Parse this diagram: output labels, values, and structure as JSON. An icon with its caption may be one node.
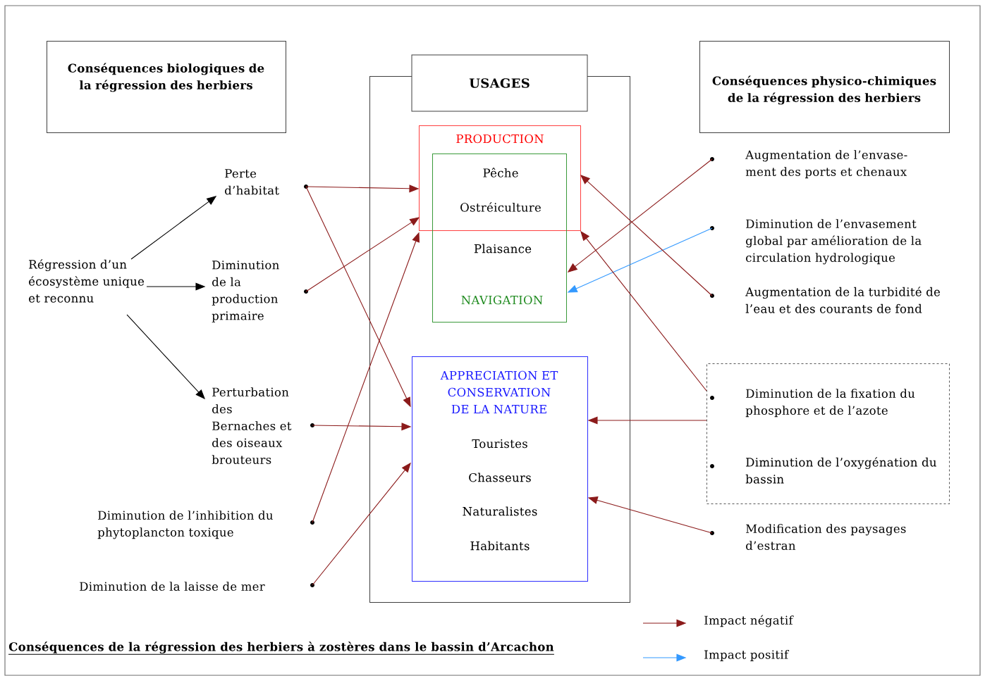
{
  "diagram": {
    "caption": "Conséquences de la régression des herbiers à zostères dans le bassin d’Arcachon",
    "nodes": [
      {
        "text": [
          "Conséquences biologiques de la régression des herbiers"
        ]
      },
      {
        "text": [
          "USAGES"
        ]
      },
      {
        "text": [
          "Conséquences physico-chimiques de la régression des herbiers"
        ]
      },
      {
        "text": [
          "PRODUCTION",
          "Pêche",
          "Ostréiculture"
        ],
        "in": 1
      },
      {
        "text": [
          "Plaisance",
          "NAVIGATION"
        ],
        "in": 1
      },
      {
        "text": [
          "APPRECIATION ET CONSERVATION DE LA NATURE",
          "Touristes",
          "Chasseurs",
          "Naturalistes",
          "Habitants"
        ],
        "in": 1
      },
      {
        "text": [
          "Régression d’un écosystème unique et reconnu"
        ]
      },
      {
        "text": [
          "Perte d’habitat"
        ]
      },
      {
        "text": [
          "Diminution de la production primaire"
        ]
      },
      {
        "text": [
          "Perturbation des Bernaches et des oiseaux brouteurs"
        ]
      },
      {
        "text": [
          "Diminution de l’inhibition du phytoplancton toxique"
        ]
      },
      {
        "text": [
          "Diminution de la laisse de mer"
        ]
      },
      {
        "text": [
          "Augmentation de l’envase- ment des ports et chenaux"
        ]
      },
      {
        "text": [
          "Diminution de l’envasement global par amélioration de la circulation hydrologique"
        ]
      },
      {
        "text": [
          "Augmentation de la turbidité de l’eau et des courants de fond"
        ]
      },
      {
        "text": [],
        "shape": "box"
      },
      {
        "text": [
          "Diminution de la fixation du phosphore et de l’azote"
        ],
        "in": 15
      },
      {
        "text": [
          "Diminution de l’oxygénation du bassin"
        ],
        "in": 15
      },
      {
        "text": [
          "Modification des paysages d’estran"
        ]
      }
    ],
    "edges": [
      {
        "from": 6,
        "to": 7,
        "arrow": "to",
        "color": "#000000"
      },
      {
        "from": 6,
        "to": 8,
        "arrow": "to",
        "color": "#000000"
      },
      {
        "from": 6,
        "to": 9,
        "arrow": "to",
        "color": "#000000"
      },
      {
        "from": 7,
        "to": 3,
        "arrow": "to"
      },
      {
        "from": 7,
        "to": 5,
        "arrow": "to"
      },
      {
        "from": 8,
        "to": 3,
        "arrow": "to"
      },
      {
        "from": 9,
        "to": 5,
        "arrow": "to"
      },
      {
        "from": 10,
        "to": 3,
        "arrow": "to"
      },
      {
        "from": 11,
        "to": 5,
        "arrow": "to"
      },
      {
        "from": 12,
        "to": 4,
        "arrow": "to"
      },
      {
        "from": 13,
        "to": 4,
        "arrow": "to",
        "color": "#3399ff"
      },
      {
        "from": 14,
        "to": 3,
        "arrow": "to"
      },
      {
        "from": 15,
        "to": 3,
        "arrow": "to"
      },
      {
        "from": 15,
        "to": 5,
        "arrow": "to"
      },
      {
        "from": 18,
        "to": 5,
        "arrow": "to"
      }
    ],
    "legend": [
      {
        "text": "Impact négatif"
      },
      {
        "text": "Impact positif"
      }
    ]
  }
}
